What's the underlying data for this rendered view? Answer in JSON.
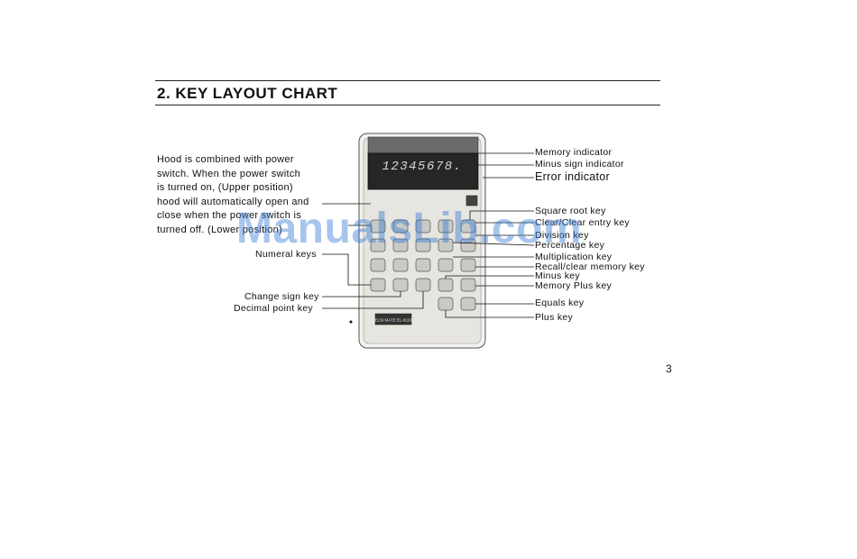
{
  "heading": "2.  KEY LAYOUT CHART",
  "hood_text_lines": [
    "Hood is combined with power",
    "switch.  When the power switch",
    "is turned on, (Upper position)",
    "hood will automatically open and",
    "close when the power switch is",
    "turned off.  (Lower position)"
  ],
  "display_digits": "12345678.",
  "badge_text": "ELSI MATE EL-8110",
  "watermark": "ManualsLib.com",
  "page_number": "3",
  "labels_left": {
    "numeral_keys": "Numeral keys",
    "change_sign_key": "Change sign key",
    "decimal_point_key": "Decimal point key"
  },
  "labels_right": {
    "memory_indicator": "Memory indicator",
    "minus_sign_indicator": "Minus sign indicator",
    "error_indicator": "Error indicator",
    "square_root_key": "Square root key",
    "clear_key": "Clear/Clear entry key",
    "division_key": "Division key",
    "percentage_key": "Percentage key",
    "multiplication_key": "Multiplication key",
    "recall_memory_key": "Recall/clear memory key",
    "minus_key": "Minus key",
    "memory_plus_key": "Memory Plus key",
    "equals_key": "Equals key",
    "plus_key": "Plus key"
  }
}
